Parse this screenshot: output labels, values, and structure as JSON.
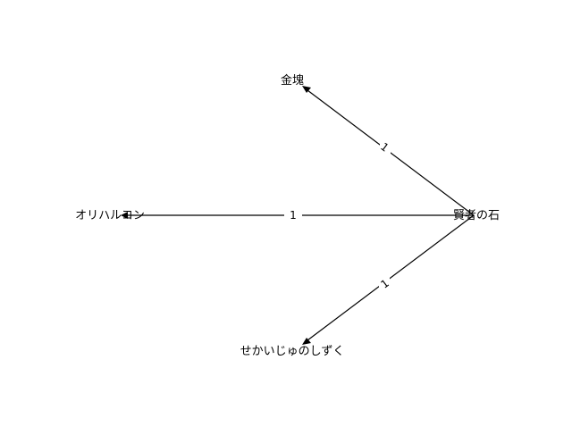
{
  "graph": {
    "nodes": [
      {
        "id": "sage_stone",
        "label": "賢者の石"
      },
      {
        "id": "gold",
        "label": "金塊"
      },
      {
        "id": "orichalcum",
        "label": "オリハルコン"
      },
      {
        "id": "yggdrasil_dew",
        "label": "せかいじゅのしずく"
      }
    ],
    "edges": [
      {
        "from": "sage_stone",
        "to": "gold",
        "label": "1"
      },
      {
        "from": "sage_stone",
        "to": "orichalcum",
        "label": "1"
      },
      {
        "from": "sage_stone",
        "to": "yggdrasil_dew",
        "label": "1"
      }
    ]
  }
}
